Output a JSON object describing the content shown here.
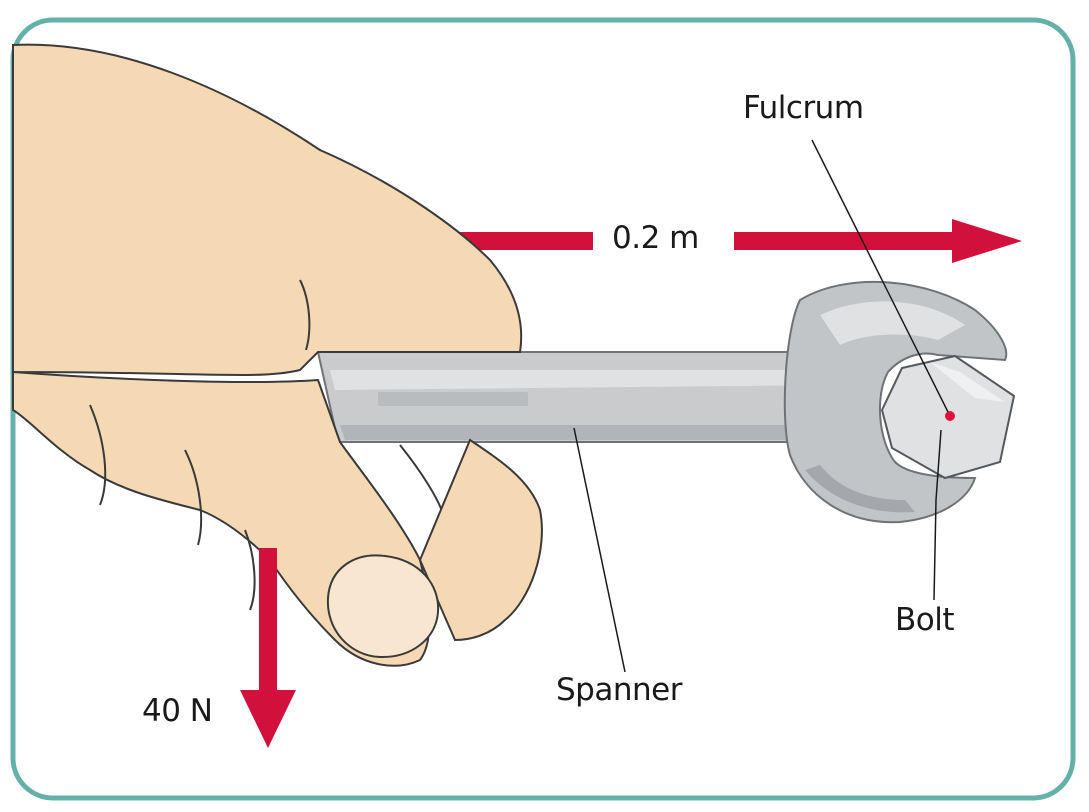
{
  "labels": {
    "distance": "0.2 m",
    "fulcrum": "Fulcrum",
    "bolt": "Bolt",
    "spanner": "Spanner",
    "force": "40 N"
  },
  "colors": {
    "frame": "#64b1aa",
    "arrow": "#d1103b",
    "skin": "#f5d9b4",
    "metal": "#c9cbcd",
    "metal_dark": "#a4a8ad",
    "bolt": "#dfe1e3",
    "fulcrum_dot": "#e0103a"
  }
}
